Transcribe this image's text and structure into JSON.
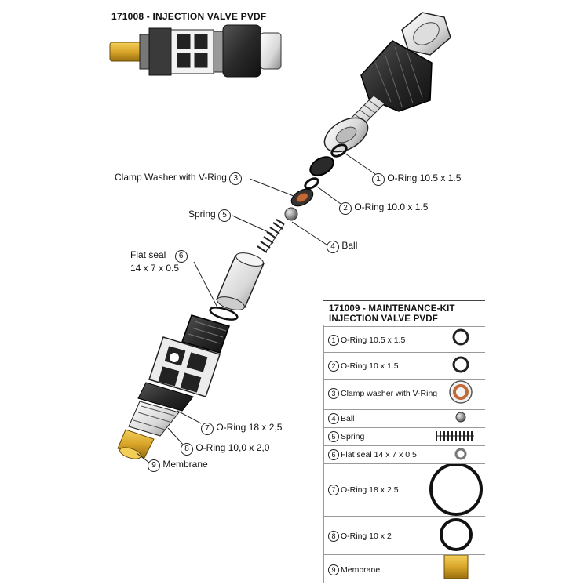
{
  "header": {
    "title": "171008 - INJECTION VALVE PVDF"
  },
  "callouts": [
    {
      "num": "1",
      "label": "O-Ring 10.5 x 1.5"
    },
    {
      "num": "2",
      "label": "O-Ring 10.0 x 1.5"
    },
    {
      "num": "3",
      "label": "Clamp Washer with V-Ring"
    },
    {
      "num": "4",
      "label": "Ball"
    },
    {
      "num": "5",
      "label": "Spring"
    },
    {
      "num": "6",
      "label_line1": "Flat seal",
      "label_line2": "14 x 7 x 0.5"
    },
    {
      "num": "7",
      "label": "O-Ring 18 x 2,5"
    },
    {
      "num": "8",
      "label": "O-Ring 10,0 x 2,0"
    },
    {
      "num": "9",
      "label": "Membrane"
    }
  ],
  "kit": {
    "title_line1": "171009 - MAINTENANCE-KIT",
    "title_line2": "INJECTION VALVE PVDF",
    "items": [
      {
        "num": "1",
        "label": "O-Ring 10.5 x 1.5"
      },
      {
        "num": "2",
        "label": "O-Ring 10 x 1.5"
      },
      {
        "num": "3",
        "label": "Clamp washer with V-Ring"
      },
      {
        "num": "4",
        "label": "Ball"
      },
      {
        "num": "5",
        "label": "Spring"
      },
      {
        "num": "6",
        "label": "Flat seal 14 x 7 x 0.5"
      },
      {
        "num": "7",
        "label": "O-Ring 18 x 2.5"
      },
      {
        "num": "8",
        "label": "O-Ring 10 x 2"
      },
      {
        "num": "9",
        "label": "Membrane"
      }
    ]
  },
  "colors": {
    "brass": "#d9a62a",
    "copper": "#c06a3a",
    "dark_gray": "#2b2b2b",
    "mid_gray": "#8a8a8a"
  }
}
